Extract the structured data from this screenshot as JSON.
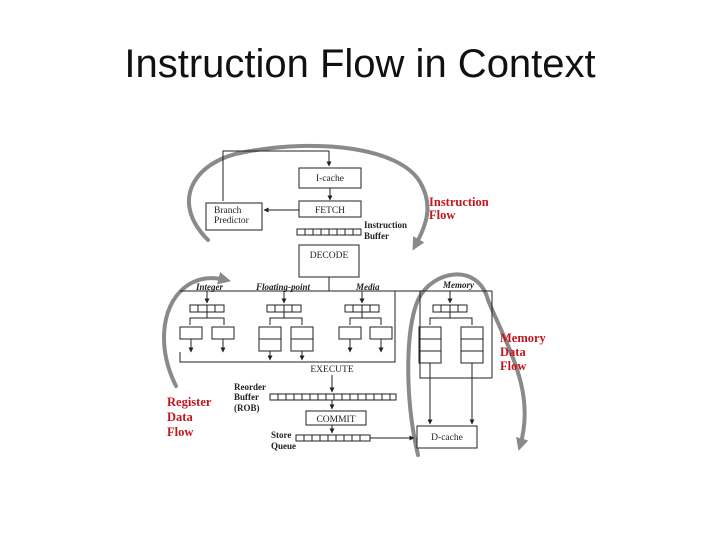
{
  "title": "Instruction Flow in Context",
  "diagram": {
    "units": {
      "icache": "I-cache",
      "branch_predictor": [
        "Branch",
        "Predictor"
      ],
      "fetch": "FETCH",
      "decode": "DECODE",
      "execute": "EXECUTE",
      "commit": "COMMIT",
      "dcache": "D-cache"
    },
    "labels": {
      "instruction_buffer": [
        "Instruction",
        "Buffer"
      ],
      "reorder_buffer": [
        "Reorder",
        "Buffer",
        "(ROB)"
      ],
      "store_queue": [
        "Store",
        "Queue"
      ]
    },
    "pipes": {
      "integer": "Integer",
      "floating_point": "Floating-point",
      "media": "Media",
      "memory": "Memory"
    },
    "flows": {
      "instruction": [
        "Instruction",
        "Flow"
      ],
      "memory_data": [
        "Memory",
        "Data",
        "Flow"
      ],
      "register_data": [
        "Register",
        "Data",
        "Flow"
      ]
    },
    "colors": {
      "flow_arrow": "#8a8a8a",
      "flow_label": "#c0161e"
    }
  }
}
